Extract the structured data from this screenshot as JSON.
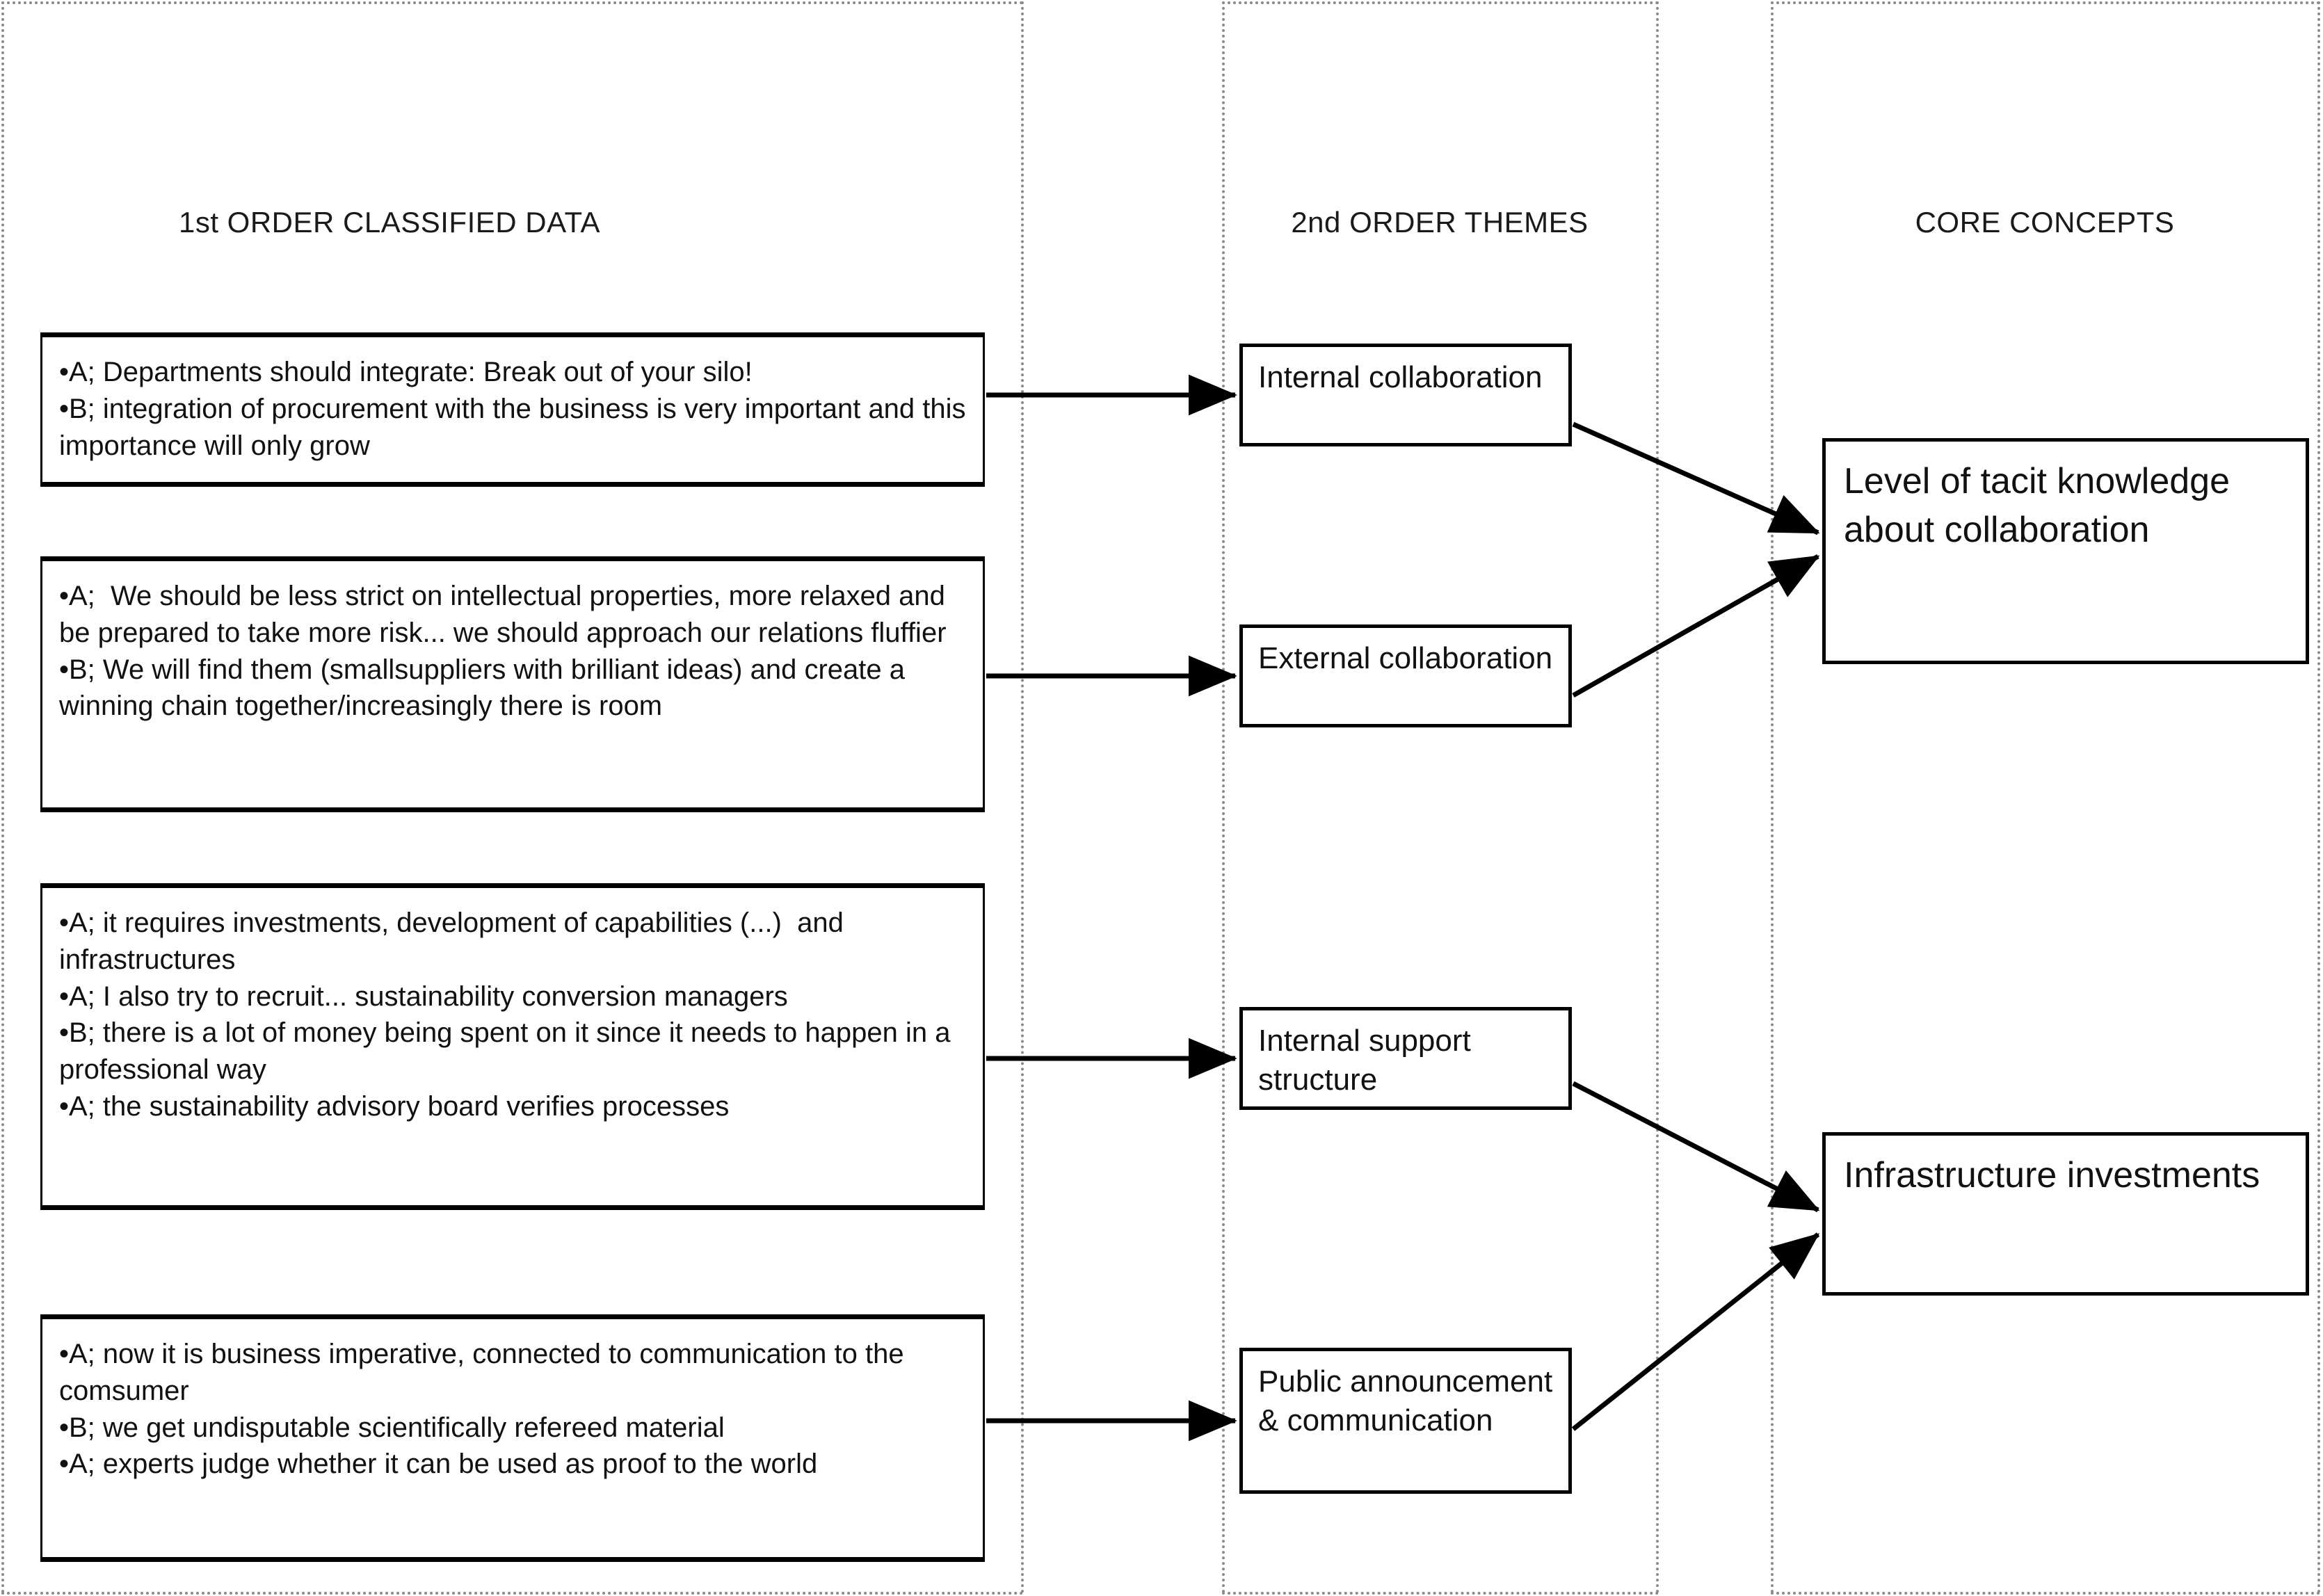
{
  "figure": {
    "title_visible": false,
    "background_color": "#ffffff",
    "line_color": "#000000",
    "frame_color": "#8a8a8a"
  },
  "columns": [
    {
      "id": "first-order",
      "header": "1st ORDER CLASSIFIED DATA"
    },
    {
      "id": "second-order",
      "header": "2nd ORDER THEMES"
    },
    {
      "id": "core",
      "header": "CORE CONCEPTS"
    }
  ],
  "first_order_boxes": [
    {
      "id": "box-1",
      "lines": [
        "•A; Departments should integrate: Break out of your silo!",
        "•B; integration of procurement with the business is very important and this importance will only grow"
      ]
    },
    {
      "id": "box-2",
      "lines": [
        "•A;  We should be less strict on intellectual properties, more relaxed and be prepared to take more risk... we should approach our relations fluffier",
        "•B; We will find them (smallsuppliers with brilliant ideas) and create a winning chain together/increasingly there is room"
      ]
    },
    {
      "id": "box-3",
      "lines": [
        "•A; it requires investments, development of capabilities (...)  and infrastructures",
        "•A; I also try to recruit... sustainability conversion managers",
        "•B; there is a lot of money being spent on it since it needs to happen in a professional way",
        "•A; the sustainability advisory board verifies processes"
      ]
    },
    {
      "id": "box-4",
      "lines": [
        "•A; now it is business imperative, connected to communication to the comsumer",
        "•B; we get undisputable scientifically refereed material",
        "•A; experts judge whether it can be used as proof to the world"
      ]
    }
  ],
  "themes": [
    {
      "id": "theme-1",
      "label": "Internal collaboration"
    },
    {
      "id": "theme-2",
      "label": "External collaboration"
    },
    {
      "id": "theme-3",
      "label": "Internal support structure"
    },
    {
      "id": "theme-4",
      "label": "Public announcement & communication"
    }
  ],
  "core_concepts": [
    {
      "id": "core-1",
      "label": "Level of tacit knowledge about collaboration"
    },
    {
      "id": "core-2",
      "label": "Infrastructure investments"
    }
  ],
  "links": [
    {
      "from": "box-1",
      "to": "theme-1"
    },
    {
      "from": "box-2",
      "to": "theme-2"
    },
    {
      "from": "box-3",
      "to": "theme-3"
    },
    {
      "from": "box-4",
      "to": "theme-4"
    },
    {
      "from": "theme-1",
      "to": "core-1"
    },
    {
      "from": "theme-2",
      "to": "core-1"
    },
    {
      "from": "theme-3",
      "to": "core-2"
    },
    {
      "from": "theme-4",
      "to": "core-2"
    }
  ]
}
